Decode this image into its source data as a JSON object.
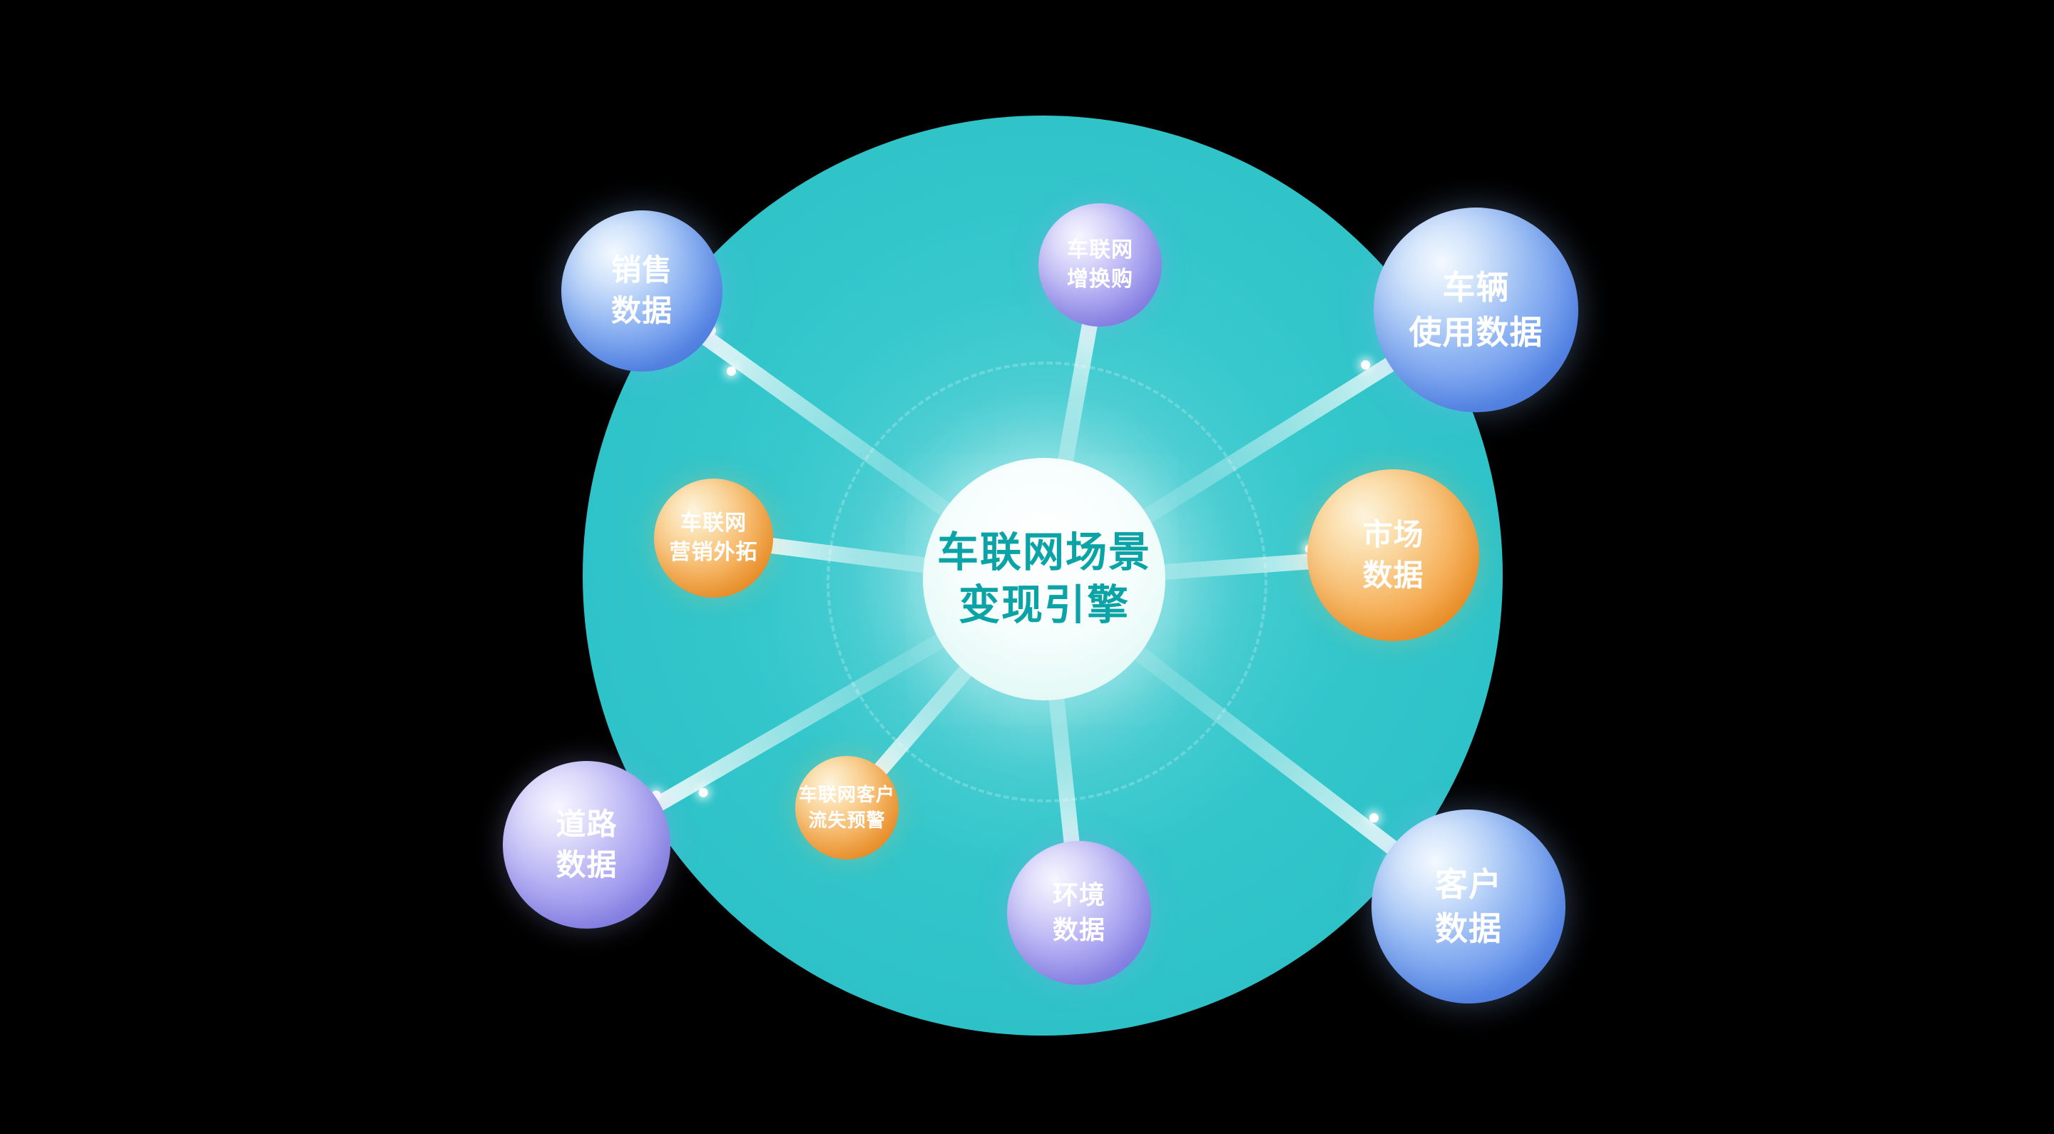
{
  "center": {
    "line1": "车联网场景",
    "line2": "变现引擎"
  },
  "nodes": [
    {
      "id": "sales-data",
      "line1": "销售",
      "line2": "数据",
      "color": "blue"
    },
    {
      "id": "iov-trade-in",
      "line1": "车联网",
      "line2": "增换购",
      "color": "purple"
    },
    {
      "id": "vehicle-usage-data",
      "line1": "车辆",
      "line2": "使用数据",
      "color": "blue"
    },
    {
      "id": "iov-marketing-expansion",
      "line1": "车联网",
      "line2": "营销外拓",
      "color": "orange"
    },
    {
      "id": "market-data",
      "line1": "市场",
      "line2": "数据",
      "color": "orange"
    },
    {
      "id": "road-data",
      "line1": "道路",
      "line2": "数据",
      "color": "purple"
    },
    {
      "id": "iov-customer-churn-warning",
      "line1": "车联网客户",
      "line2": "流失预警",
      "color": "orange"
    },
    {
      "id": "environment-data",
      "line1": "环境",
      "line2": "数据",
      "color": "purple"
    },
    {
      "id": "customer-data",
      "line1": "客户",
      "line2": "数据",
      "color": "blue"
    }
  ],
  "colors": {
    "background": "#000000",
    "main_circle": "#2fc4c9",
    "blue_node": "#5d8cea",
    "purple_node": "#8f8ae9",
    "orange_node": "#f0932a",
    "center_text": "#0ba3a6",
    "node_text": "#ffffff"
  }
}
